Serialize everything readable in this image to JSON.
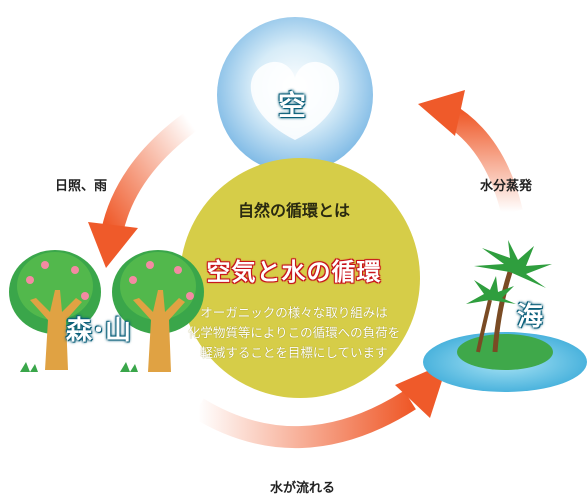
{
  "nodes": {
    "sky": "空",
    "forest": "森･山",
    "sea": "海"
  },
  "arrows": {
    "sunlight_rain": "日照、雨",
    "evaporation": "水分蒸発",
    "water_flows": "水が流れる"
  },
  "center": {
    "title": "自然の循環とは",
    "heading": "空気と水の循環",
    "description": [
      "オーガニックの様々な取り組みは",
      "化学物質等によりこの循環への負荷を",
      "軽減することを目標にしています"
    ]
  },
  "colors": {
    "center_circle": "#d6cd48",
    "sky_top": "#7ab9e6",
    "sea_water": "#4fb9e0",
    "arrow": "#ef5a2a"
  }
}
